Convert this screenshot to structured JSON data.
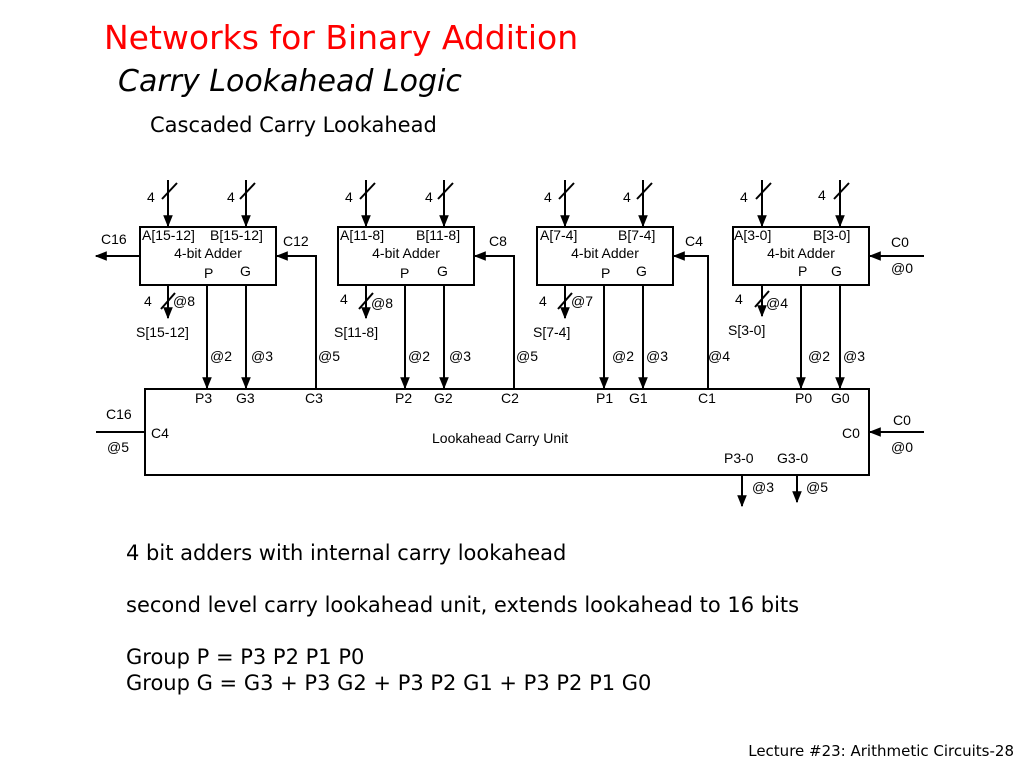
{
  "slide": {
    "title": "Networks for Binary Addition",
    "subtitle": "Carry Lookahead Logic",
    "heading": "Cascaded Carry Lookahead",
    "notes": [
      "4 bit adders with internal carry lookahead",
      "second level carry lookahead unit, extends lookahead to 16 bits",
      "Group P = P3 P2 P1 P0",
      "Group G = G3 + P3 G2 + P3 P2 G1 + P3 P2 P1 G0"
    ],
    "footer": "Lecture #23: Arithmetic Circuits-28"
  },
  "adders": [
    {
      "a_label": "A[15-12]",
      "b_label": "B[15-12]",
      "body": "4-bit  Adder",
      "p_label": "P",
      "g_label": "G",
      "a_width": "4",
      "b_width": "4",
      "sum_width": "4",
      "sum_timing": "@8",
      "sum_label": "S[15-12]",
      "p_timing": "@2",
      "g_timing": "@3",
      "carry_out": "C16",
      "carry_in": "C12",
      "carry_in_timing": "@5"
    },
    {
      "a_label": "A[11-8]",
      "b_label": "B[11-8]",
      "body": "4-bit  Adder",
      "p_label": "P",
      "g_label": "G",
      "a_width": "4",
      "b_width": "4",
      "sum_width": "4",
      "sum_timing": "@8",
      "sum_label": "S[11-8]",
      "p_timing": "@2",
      "g_timing": "@3",
      "carry_in": "C8",
      "carry_in_timing": "@5"
    },
    {
      "a_label": "A[7-4]",
      "b_label": "B[7-4]",
      "body": "4-bit  Adder",
      "p_label": "P",
      "g_label": "G",
      "a_width": "4",
      "b_width": "4",
      "sum_width": "4",
      "sum_timing": "@7",
      "sum_label": "S[7-4]",
      "p_timing": "@2",
      "g_timing": "@3",
      "carry_in": "C4",
      "carry_in_timing": "@4"
    },
    {
      "a_label": "A[3-0]",
      "b_label": "B[3-0]",
      "body": "4-bit  Adder",
      "p_label": "P",
      "g_label": "G",
      "a_width": "4",
      "b_width": "4",
      "sum_width": "4",
      "sum_timing": "@4",
      "sum_label": "S[3-0]",
      "p_timing": "@2",
      "g_timing": "@3",
      "carry_in": "C0",
      "carry_in_timing": "@0"
    }
  ],
  "lookahead_unit": {
    "label": "Lookahead Carry Unit",
    "ports": [
      "P3",
      "G3",
      "C3",
      "P2",
      "G2",
      "C2",
      "P1",
      "G1",
      "C1",
      "P0",
      "G0"
    ],
    "c4": "C4",
    "c0": "C0",
    "c0_ext": "C0",
    "c0_timing": "@0",
    "c16": "C16",
    "c16_timing": "@5",
    "group_p": "P3-0",
    "group_g": "G3-0",
    "group_p_timing": "@3",
    "group_g_timing": "@5"
  }
}
